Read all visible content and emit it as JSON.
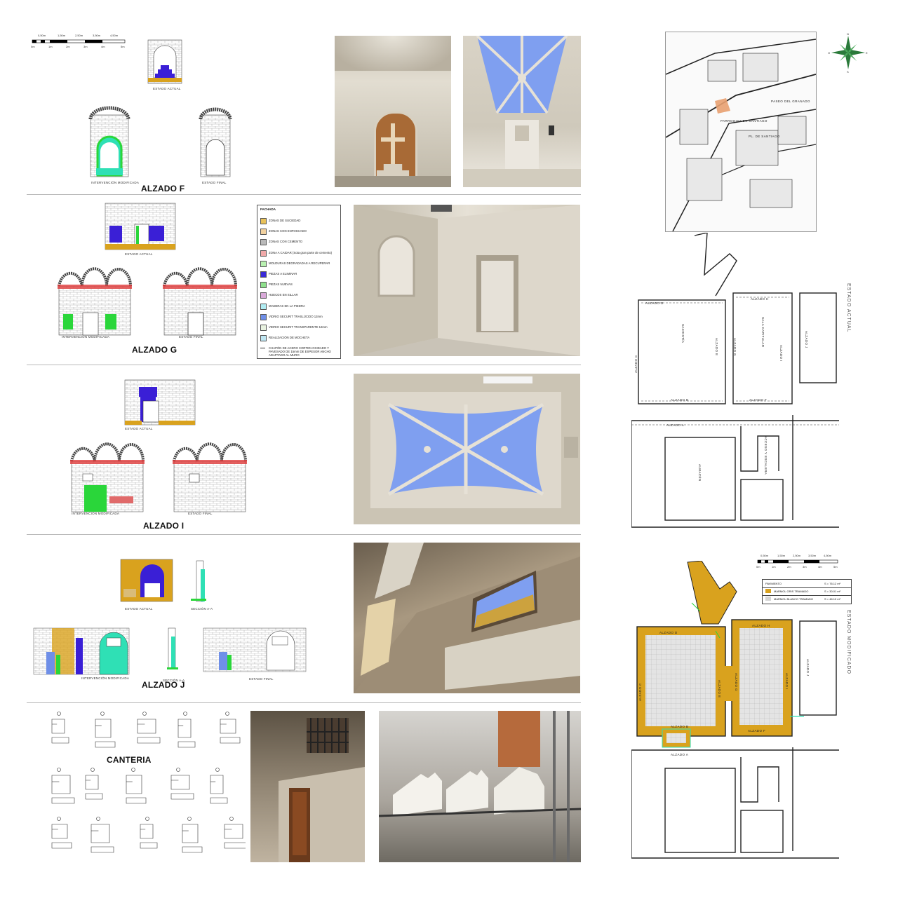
{
  "sections": {
    "f_title": "ALZADO F",
    "g_title": "ALZADO G",
    "i_title": "ALZADO I",
    "j_title": "ALZADO J",
    "canteria_title": "CANTERIA"
  },
  "captions": {
    "estado_actual": "ESTADO ACTUAL",
    "intervencion": "INTERVENCIÓN MODIFICADA",
    "estado_final": "ESTADO FINAL",
    "seccion_aa": "SECCIÓN A-A",
    "seccion_aa2": "SECCIÓN A-A"
  },
  "scale_top": {
    "top_labels": [
      "0,50m",
      "1,50m",
      "2,50m",
      "3,50m",
      "4,50m"
    ],
    "bottom_labels": [
      "0m",
      "1m",
      "2m",
      "3m",
      "4m",
      "5m"
    ]
  },
  "scale_plan": {
    "top_labels": [
      "0,50m",
      "1,50m",
      "2,50m",
      "3,50m",
      "4,50m"
    ],
    "bottom_labels": [
      "0m",
      "1m",
      "2m",
      "3m",
      "4m",
      "5m"
    ]
  },
  "legend": {
    "title": "FACHADA",
    "items": [
      {
        "color": "#e8c15a",
        "label": "ZONAS DE SUCIEDAD"
      },
      {
        "color": "#f2d2a0",
        "label": "ZONAS CON ENFOSCADO"
      },
      {
        "color": "#b9b9b9",
        "label": "ZONAS CON CEMENTO"
      },
      {
        "color": "#f0a9a9",
        "label": "ZONA A CAIDAR (Sota gran parte de cemento)"
      },
      {
        "color": "#b8f0b0",
        "label": "MOLDURAS DEGRADADAS A RECUPERAR"
      },
      {
        "color": "#3a2ad8",
        "label": "PIEZAS A ELIMINAR"
      },
      {
        "color": "#8ee08c",
        "label": "PIEZAS NUEVAS"
      },
      {
        "color": "#d9a9d9",
        "label": "HUECOS EN SILLAR"
      },
      {
        "color": "#b0ecf2",
        "label": "MADERAS EN LA PIEDRA"
      },
      {
        "color": "#6f8fe8",
        "label": "VIDRIO SECURIT TRASLÚCIDO 12mm"
      },
      {
        "color": "#e8f2e0",
        "label": "VIDRIO SECURIT TRANSPARENTE 12mm"
      },
      {
        "color": "#bfe6f2",
        "label": "REALIZACIÓN DE MOCHETA"
      },
      {
        "color": "#ffffff",
        "label": "CHAPÓN DE ACERO CORTEN OXIDADO Y PAVESADO DE 15mm DE ESPESOR ANCHO ADAPTADO AL MURO"
      }
    ]
  },
  "plan_top": {
    "state": "ESTADO ACTUAL",
    "labels": [
      "ALZADO D",
      "ALZADO H",
      "ALZADO C",
      "ALZADO E",
      "ALZADO G",
      "ALZADO I",
      "ALZADO J",
      "ALZADO B",
      "ALZADO F",
      "ALZADO A",
      "SACRISTÍA",
      "SALA CAPITULAR",
      "ALMACÉN",
      "ACCESO Y ESCALERA"
    ]
  },
  "plan_bottom": {
    "state": "ESTADO MODIFICADO",
    "labels": [
      "ALZADO D",
      "ALZADO H",
      "ALZADO C",
      "ALZADO E",
      "ALZADO G",
      "ALZADO I",
      "ALZADO J",
      "ALZADO B",
      "ALZADO F",
      "ALZADO A"
    ]
  },
  "pavement_table": {
    "rows": [
      {
        "label": "PAVIMENTO",
        "value": "S = 76.12 m²"
      },
      {
        "label": "MARMOL GRIS TRAMADO",
        "value": "S = 30.01 m²",
        "color": "#d9a21e"
      },
      {
        "label": "MARMOL BLANCO TRAMADO",
        "value": "S = 46.10 m²",
        "color": "#d6d6d6"
      }
    ]
  },
  "compass": {
    "letters": [
      "N",
      "E",
      "S",
      "O"
    ]
  },
  "map": {
    "labels": [
      "PARROQUIA DE SANTIAGO",
      "PL. DE SANTIAGO",
      "PASEO DEL GRANADO"
    ]
  },
  "colors": {
    "blue_vault": "#7f9ff0",
    "stone": "#d8d2c4",
    "ochre": "#d9a21e",
    "teal": "#2fe0b5",
    "green": "#2ad63a",
    "purple": "#3a1fd6",
    "red": "#e03a3a"
  }
}
